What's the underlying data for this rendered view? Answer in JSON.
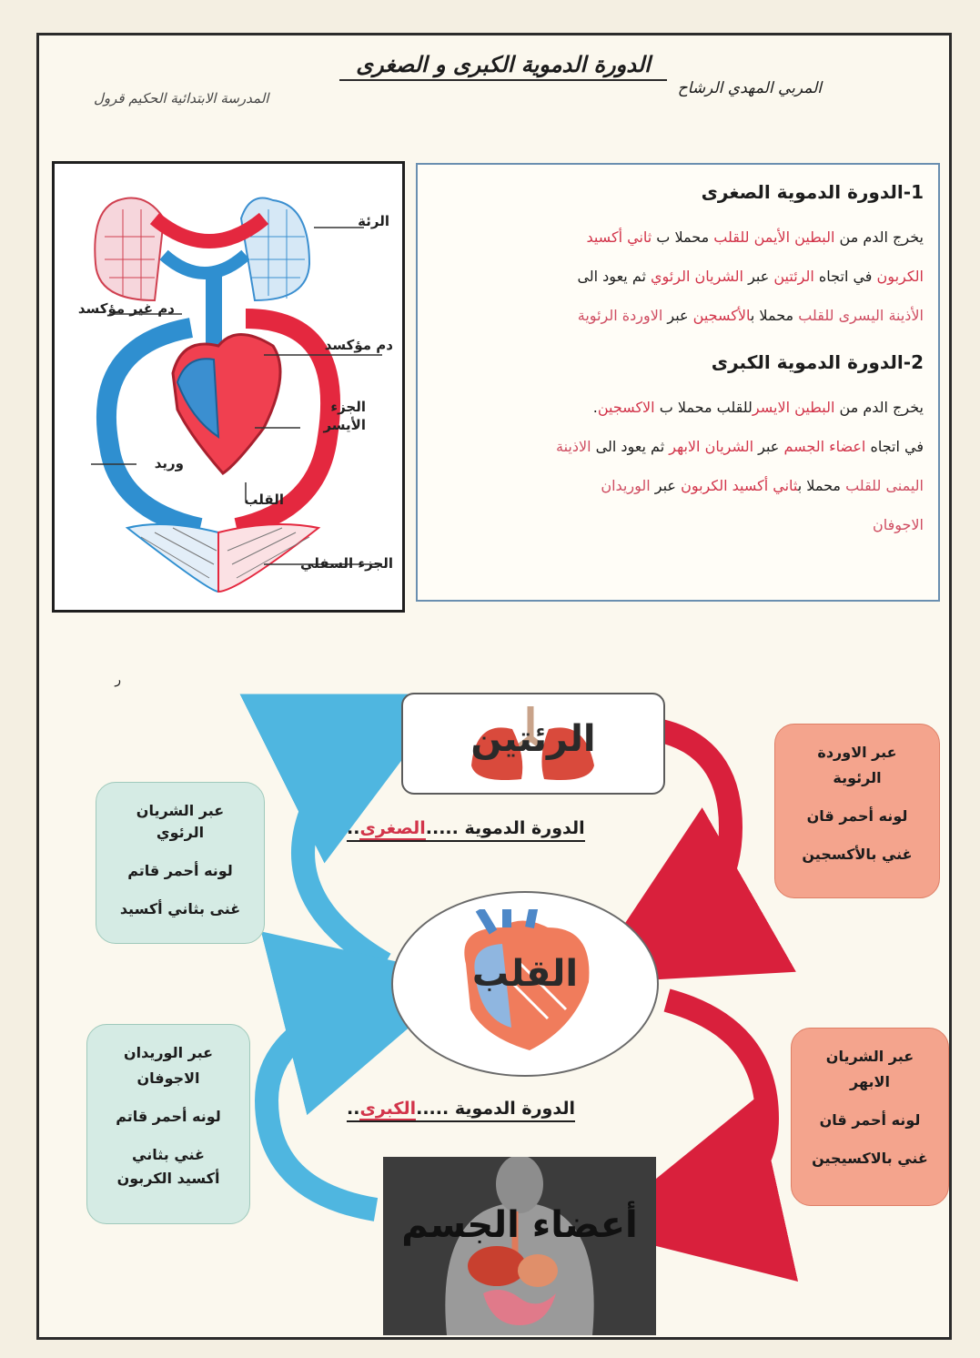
{
  "header": {
    "title": "الدورة الدموية الكبرى و الصغرى",
    "teacher": "المربي المهدي الرشاح",
    "school": "المدرسة الابتدائية الحكيم قرول"
  },
  "diagram": {
    "labels": {
      "lungs": "الرئة",
      "deoxygenated": "دم غير مؤكسد",
      "oxygenated": "دم مؤكسد",
      "left_part_1": "الجزء",
      "left_part_2": "الأيسر",
      "vein": "وريد",
      "heart": "القلب",
      "lower_part": "الجزء السفلي"
    }
  },
  "small_cycle": {
    "heading": "1-الدورة الدموية الصغرى",
    "l1": [
      "يخرج الدم من ",
      "البطين الأيمن للقلب",
      " محملا ب ",
      "ثاني أكسيد"
    ],
    "l2": [
      "الكربون",
      " في اتجاه ",
      "الرئتين",
      " عبر ",
      "الشريان الرئوي",
      " ثم يعود الى"
    ],
    "l3": [
      "الأذينة اليسرى للقلب",
      " محملا ب",
      "الأكسجين",
      " عبر ",
      "الاوردة الرئوية"
    ]
  },
  "big_cycle": {
    "heading": "2-الدورة الدموية الكبرى",
    "l1": [
      "يخرج الدم من ",
      "البطين الايسر",
      "للقلب",
      " محملا ب ",
      "الاكسجين",
      "."
    ],
    "l2": [
      "في اتجاه ",
      "اعضاء الجسم",
      " عبر ",
      "الشريان الابهر",
      " ثم يعود الى ",
      "الاذينة"
    ],
    "l3": [
      "اليمنى للقلب",
      " محملا ب",
      "ثاني أكسيد الكربون",
      " عبر ",
      "الوريدان"
    ],
    "l4": [
      "الاجوفان"
    ]
  },
  "bottom": {
    "stray_mark": "ر",
    "lungs_label": "الرئتين",
    "heart_label": "القلب",
    "body_label": "أعضاء الجسم",
    "small_cycle_prefix": "الدورة الدموية .....",
    "small_cycle_word": "الصغرى",
    "small_cycle_suffix": "..",
    "big_cycle_prefix": "الدورة الدموية .....",
    "big_cycle_word": "الكبرى",
    "big_cycle_suffix": "..",
    "card_left_top": [
      "عبر الشريان",
      "الرئوي",
      "لونه أحمر قاتم",
      "غنى بثاني أكسيد"
    ],
    "card_right_top": [
      "عبر الاوردة",
      "الرئوية",
      "لونه أحمر قان",
      "غني بالأكسجين"
    ],
    "card_left_bottom": [
      "عبر الوريدان",
      "الاجوفان",
      "لونه أحمر قاتم",
      "غني بثاني",
      "أكسيد الكربون"
    ],
    "card_right_bottom": [
      "عبر الشريان",
      "الابهر",
      "لونه أحمر قان",
      "غني بالاكسيجين"
    ]
  },
  "colors": {
    "oxygenated": "#e4283f",
    "deoxygenated": "#2f8fd0",
    "card_green": "#d5ebe4",
    "card_red": "#f4a48d"
  }
}
